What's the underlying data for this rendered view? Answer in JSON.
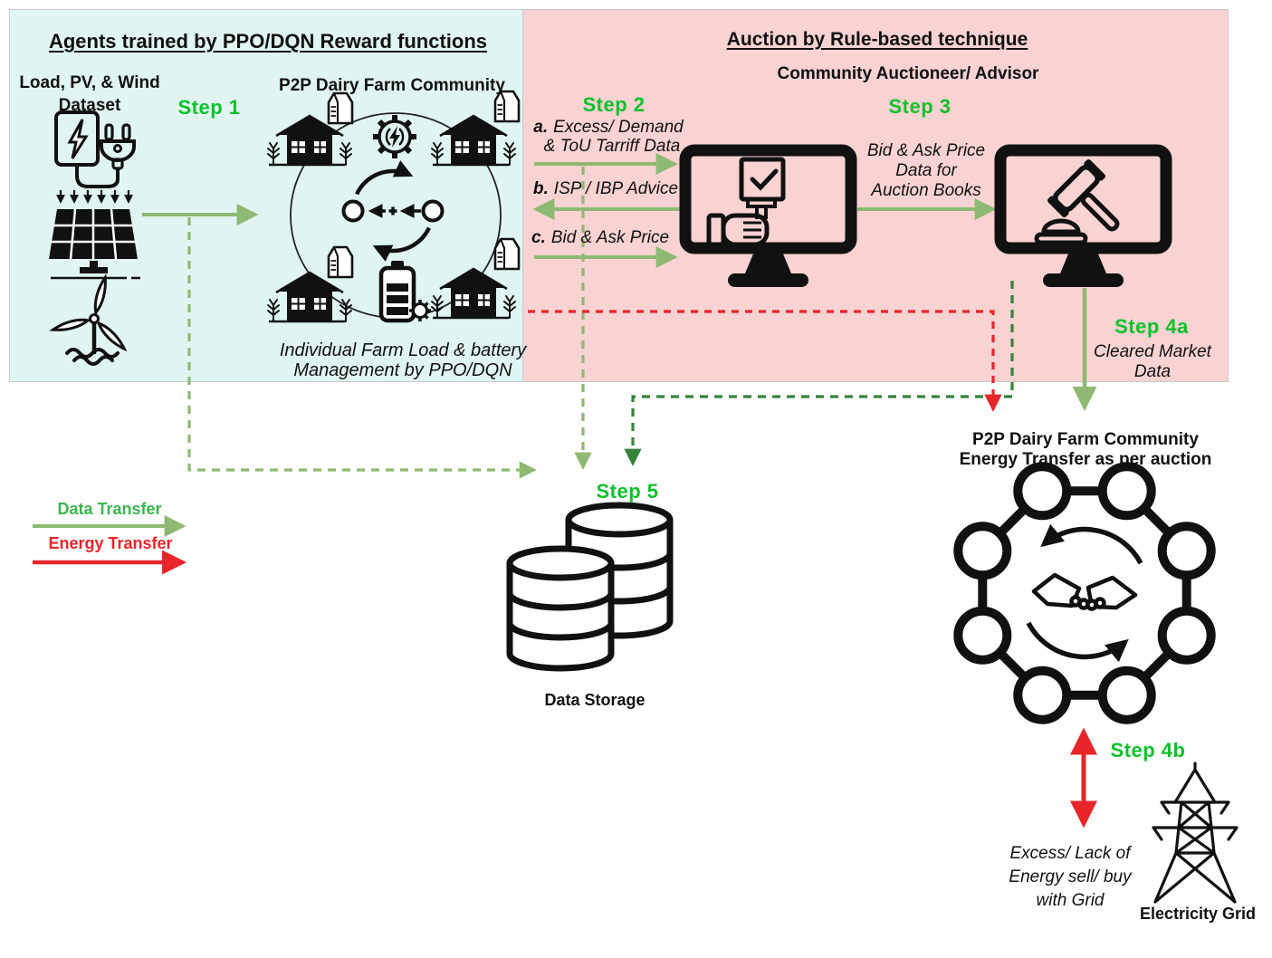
{
  "left_panel": {
    "title": "Agents trained by PPO/DQN Reward functions",
    "dataset_label_line1": "Load, PV, & Wind",
    "dataset_label_line2": "Dataset",
    "step1_label": "Step 1",
    "community_title": "P2P Dairy Farm Community",
    "community_caption_line1": "Individual Farm Load & battery",
    "community_caption_line2": "Management by PPO/DQN"
  },
  "right_panel": {
    "title": "Auction by Rule-based technique",
    "auctioneer_title": "Community Auctioneer/ Advisor",
    "step2_label": "Step 2",
    "step3_label": "Step 3",
    "msg_a_prefix": "a.",
    "msg_a_line1": "Excess/ Demand",
    "msg_a_line2": "& ToU Tarriff Data",
    "msg_b_prefix": "b.",
    "msg_b_line1": "ISP / IBP Advice",
    "msg_c_prefix": "c.",
    "msg_c_line1": "Bid & Ask Price",
    "bid_ask_line1": "Bid & Ask Price",
    "bid_ask_line2": "Data for",
    "bid_ask_line3": "Auction Books",
    "step4a_label": "Step 4a",
    "step4a_caption_line1": "Cleared Market",
    "step4a_caption_line2": "Data"
  },
  "lower_flow": {
    "step5_label": "Step 5",
    "storage_label": "Data Storage",
    "p2p_transfer_line1": "P2P Dairy Farm Community",
    "p2p_transfer_line2": "Energy Transfer as per auction",
    "step4b_label": "Step 4b",
    "step4b_caption_line1": "Excess/ Lack of",
    "step4b_caption_line2": "Energy sell/ buy",
    "step4b_caption_line3": "with Grid",
    "grid_label": "Electricity Grid"
  },
  "legend": {
    "data_transfer_label": "Data Transfer",
    "energy_transfer_label": "Energy Transfer"
  },
  "icons": {
    "load_plug": "charger and plug outline",
    "solar_panel": "solar panel with down arrows",
    "wind_turbine": "three-blade wind turbine over waves",
    "farm_house": "black farmhouse with two windows and wheat stalks",
    "milk_carton": "milk carton",
    "gear_bolt": "gear with lightning bolt",
    "energy_exchange": "circular exchange arrows with plus sign",
    "battery_gear": "battery with gear",
    "bid_paddle_monitor": "monitor showing hand holding bid paddle with checkmark",
    "gavel_monitor": "monitor showing auction gavel and sound block",
    "database": "two stacked database cylinders",
    "handshake_ring": "ring of eight nodes around handshake cycle",
    "transmission_tower": "electricity transmission pylon"
  },
  "colors": {
    "left_bg": "#e0f5f1",
    "right_bg": "#f9d2d2",
    "step_green": "#0cc12b",
    "legend_green": "#3cb54e",
    "arrow_green": "#8db973",
    "dark_green": "#35823a",
    "red": "#e8252a",
    "ink": "#111111"
  }
}
